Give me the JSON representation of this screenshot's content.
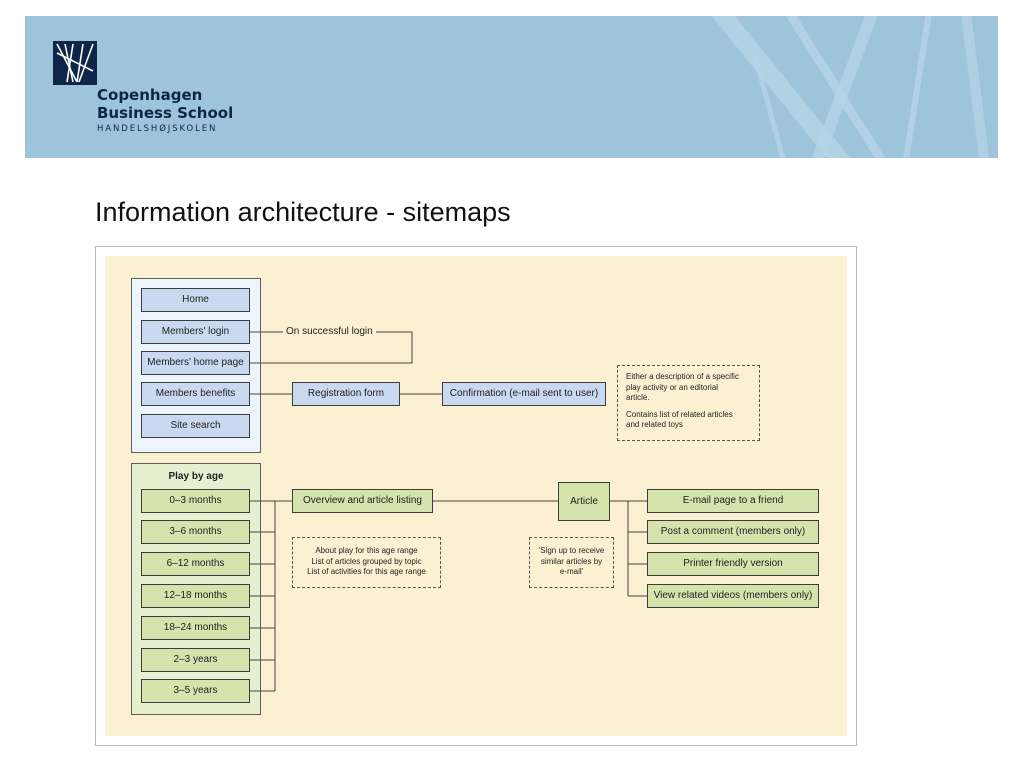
{
  "header": {
    "logo_line1": "Copenhagen",
    "logo_line2": "Business School",
    "logo_line3": "HANDELSHØJSKOLEN"
  },
  "slide": {
    "title": "Information architecture - sitemaps"
  },
  "sitemap": {
    "blue_group": {
      "home": "Home",
      "members_login": "Members' login",
      "members_home": "Members' home page",
      "members_benefits": "Members benefits",
      "site_search": "Site search"
    },
    "on_successful_login": "On successful login",
    "registration_form": "Registration form",
    "confirmation": "Confirmation (e-mail sent to user)",
    "note_article": {
      "line1": "Either a description of a specific",
      "line2": "play activity or an editorial",
      "line3": "article.",
      "line4": "Contains list of related articles",
      "line5": "and related toys"
    },
    "green_group": {
      "heading": "Play by age",
      "items": [
        "0–3 months",
        "3–6 months",
        "6–12 months",
        "12–18 months",
        "18–24 months",
        "2–3 years",
        "3–5 years"
      ]
    },
    "overview": "Overview and article listing",
    "article": "Article",
    "note_overview": {
      "line1": "About play for this age range",
      "line2": "List of articles grouped by topic",
      "line3": "List of activities for this age range"
    },
    "note_signup": {
      "line1": "'Sign up to receive",
      "line2": "similar articles by",
      "line3": "e-mail'"
    },
    "article_links": [
      "E-mail page to a friend",
      "Post a comment (members only)",
      "Printer friendly version",
      "View related videos (members only)"
    ]
  },
  "colors": {
    "banner": "#9ec4dc",
    "logo_navy": "#0f2547",
    "canvas": "#fbf0d2",
    "blue_box": "#c9daf0",
    "green_box": "#d4e4ac"
  }
}
